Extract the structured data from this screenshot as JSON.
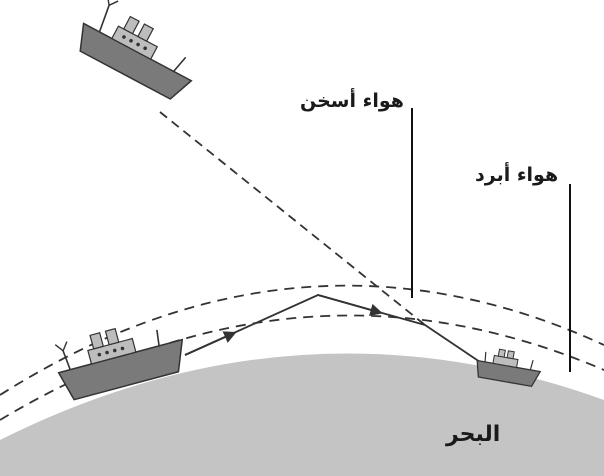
{
  "labels": {
    "warm_air": "هواء أسخن",
    "cool_air": "هواء أبرد",
    "sea": "البحر"
  },
  "colors": {
    "sea": "#c4c4c4",
    "ship_hull": "#7a7a7a",
    "ship_deck": "#bdbdbd",
    "stroke": "#333333"
  },
  "icons": {
    "mirage_ship": "ship-icon",
    "real_ship": "ship-icon",
    "observer_ship": "ship-icon",
    "light_ray_arrow": "arrowhead-icon"
  }
}
